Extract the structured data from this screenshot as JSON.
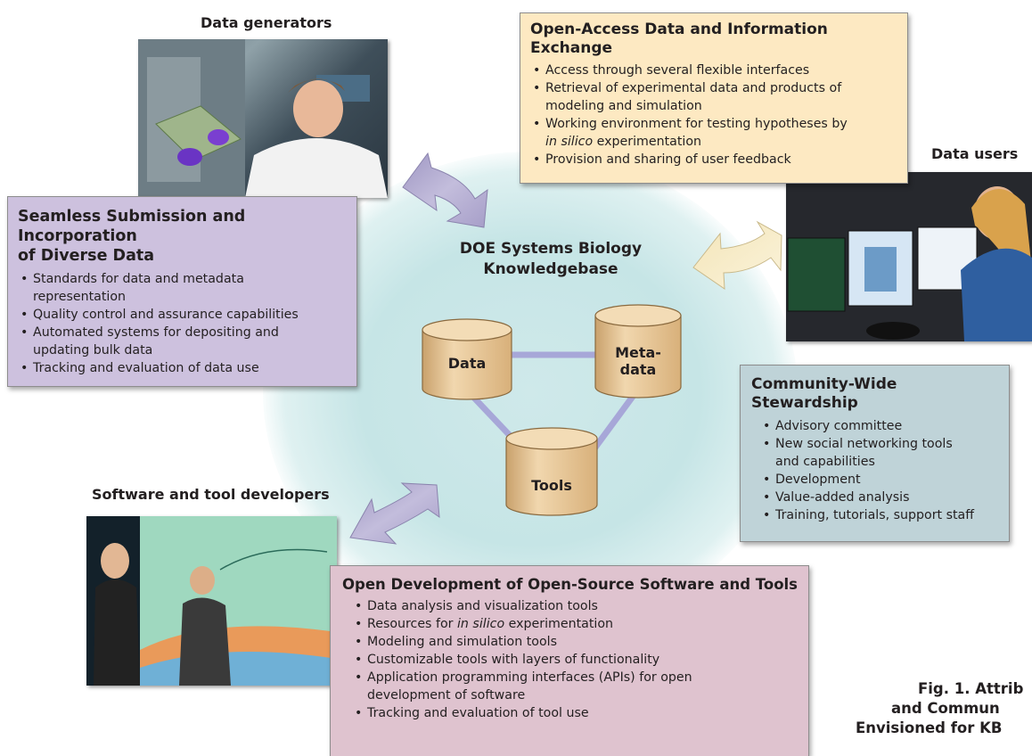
{
  "headings": {
    "data_generators": "Data generators",
    "data_users": "Data users",
    "software_developers": "Software and tool developers"
  },
  "center": {
    "title_line1": "DOE Systems Biology",
    "title_line2": "Knowledgebase",
    "cylinders": {
      "data": "Data",
      "metadata_line1": "Meta-",
      "metadata_line2": "data",
      "tools": "Tools"
    }
  },
  "open_access": {
    "title": "Open-Access Data and Information Exchange",
    "items": [
      "Access through several flexible interfaces",
      "Retrieval of experimental data and products of",
      "modeling and simulation",
      "Working environment for testing hypotheses by",
      "in silico",
      " experimentation",
      "Provision and sharing of user feedback"
    ]
  },
  "submission": {
    "title_line1": "Seamless Submission and Incorporation",
    "title_line2": "of Diverse Data",
    "items": [
      "Standards for data and metadata",
      "representation",
      "Quality control and assurance capabilities",
      "Automated systems for depositing and",
      "updating bulk data",
      "Tracking and evaluation of data use"
    ]
  },
  "stewardship": {
    "title": "Community-Wide Stewardship",
    "items": [
      "Advisory committee",
      "New social networking tools",
      "and capabilities",
      "Development",
      "Value-added analysis",
      "Training, tutorials, support staff"
    ]
  },
  "open_dev": {
    "title": "Open Development of Open-Source Software and Tools",
    "items": [
      "Data analysis and visualization tools",
      "Resources for ",
      "in silico",
      " experimentation",
      "Modeling and simulation tools",
      "Customizable tools with layers of functionality",
      "Application programming interfaces (APIs) for open",
      "development of software",
      "Tracking and evaluation of tool use"
    ]
  },
  "caption": {
    "line1": "Fig. 1. Attrib",
    "line2": "and Commun",
    "line3": "Envisioned for KB"
  },
  "colors": {
    "open_access_bg": "#fde9c2",
    "submission_bg": "#cdc1de",
    "stewardship_bg": "#bfd3d8",
    "open_dev_bg": "#dfc3cf",
    "arrow_purple": "#b3acd0",
    "arrow_tan": "#f6ecc7",
    "cylinder_fill": "#e9cba0"
  }
}
